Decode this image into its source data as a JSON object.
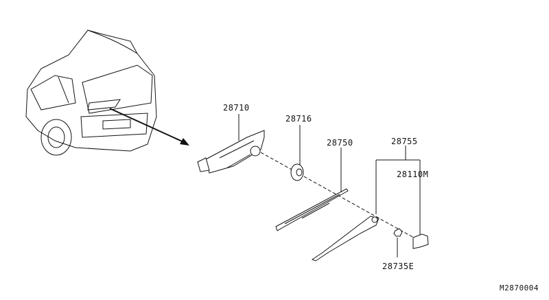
{
  "diagram": {
    "labels": {
      "motor": "28710",
      "grommet": "28716",
      "blade": "28750",
      "arm_assembly": "28755",
      "cap": "28110M",
      "nut": "28735E"
    },
    "figure_code": "M2870004"
  }
}
